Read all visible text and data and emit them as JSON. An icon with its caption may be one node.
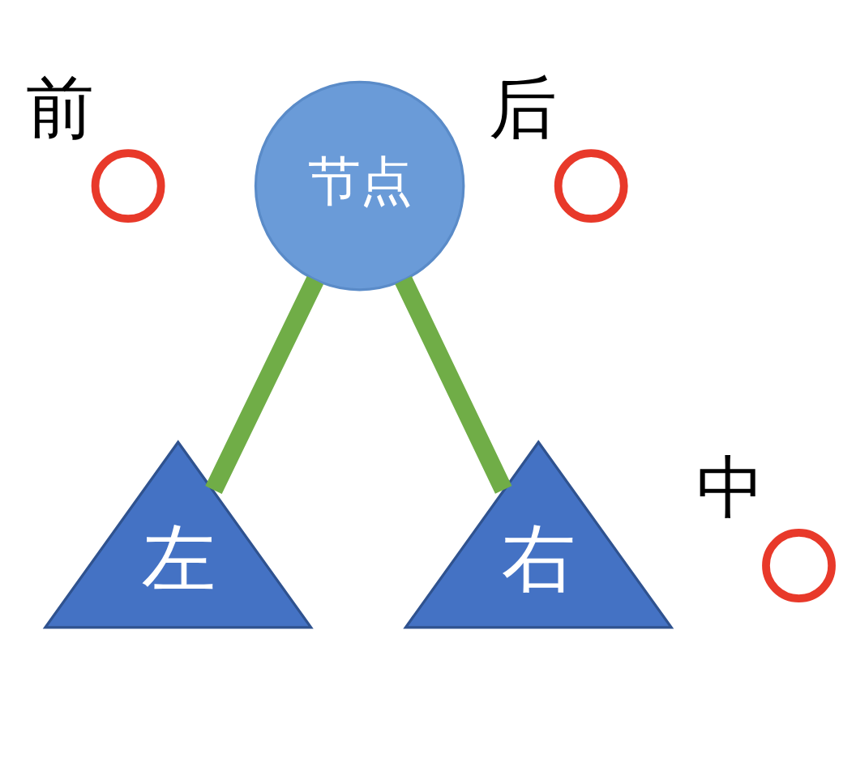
{
  "diagram": {
    "nodes": [
      {
        "text": [
          "节点"
        ]
      },
      {
        "text": [
          "左"
        ]
      },
      {
        "text": [
          "右"
        ]
      },
      {
        "text": [],
        "shape": "circle",
        "beside": [
          "前"
        ]
      },
      {
        "text": [],
        "shape": "circle",
        "beside": [
          "中"
        ]
      },
      {
        "text": [],
        "shape": "circle",
        "beside": [
          "后"
        ]
      }
    ],
    "edges": [
      {
        "from": 0,
        "to": 1,
        "arrow": "none"
      },
      {
        "from": 0,
        "to": 2,
        "arrow": "none"
      }
    ]
  }
}
